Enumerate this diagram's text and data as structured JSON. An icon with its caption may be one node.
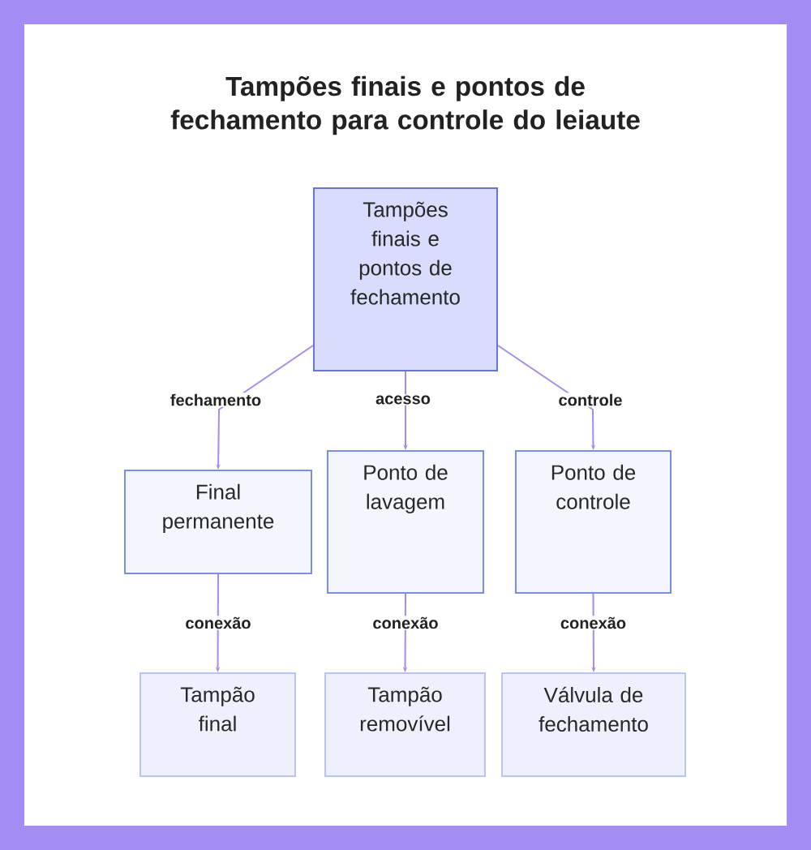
{
  "diagram": {
    "title": "Tampões finais e pontos de fechamento para controle do leiaute",
    "nodes": [
      {
        "text": [
          "Tampões finais e pontos de fechamento"
        ]
      },
      {
        "text": [
          "Final permanente"
        ]
      },
      {
        "text": [
          "Ponto de lavagem"
        ]
      },
      {
        "text": [
          "Ponto de controle"
        ]
      },
      {
        "text": [
          "Tampão final"
        ]
      },
      {
        "text": [
          "Tampão removível"
        ]
      },
      {
        "text": [
          "Válvula de fechamento"
        ]
      }
    ],
    "edges": [
      {
        "from": 0,
        "to": 1,
        "arrow": "to",
        "label": "fechamento"
      },
      {
        "from": 0,
        "to": 2,
        "arrow": "to",
        "label": "acesso"
      },
      {
        "from": 0,
        "to": 3,
        "arrow": "to",
        "label": "controle"
      },
      {
        "from": 1,
        "to": 4,
        "arrow": "to",
        "label": "conexão"
      },
      {
        "from": 2,
        "to": 5,
        "arrow": "to",
        "label": "conexão"
      },
      {
        "from": 3,
        "to": 6,
        "arrow": "to",
        "label": "conexão"
      }
    ]
  }
}
